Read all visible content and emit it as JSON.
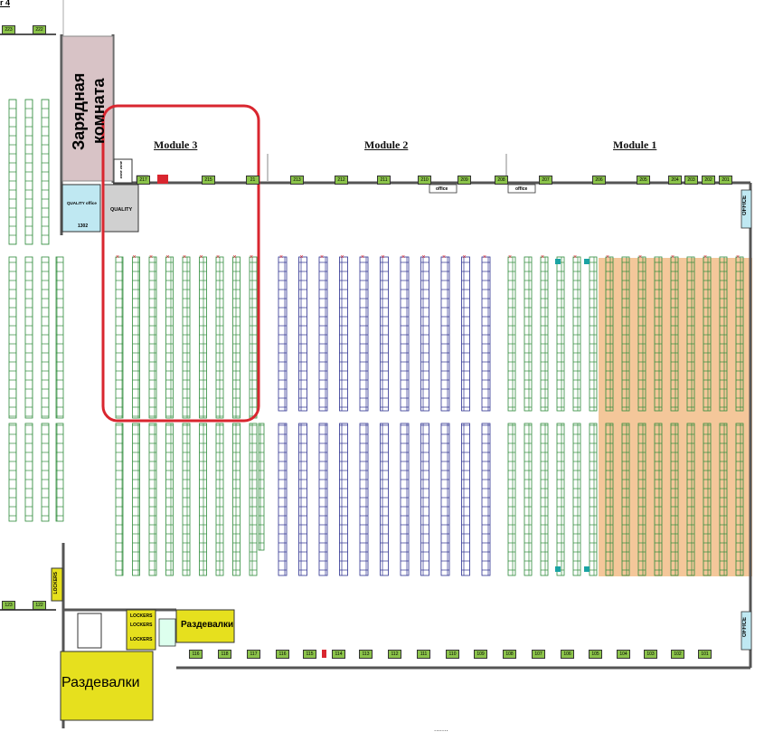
{
  "header_fragment": "r 4",
  "modules": [
    {
      "label": "Module 3"
    },
    {
      "label": "Module 2"
    },
    {
      "label": "Module 1"
    }
  ],
  "rooms": {
    "charging_room": "Зарядная комната",
    "quality_office": "QUALITY office",
    "quality": "QUALITY",
    "quality_code": "1302",
    "lockers_vertical": "LOCKERS",
    "lockers": [
      "LOCKERS",
      "LOCKERS",
      "LOCKERS"
    ],
    "changing_small": "Раздевалки",
    "changing_big": "Раздевалки",
    "office_top": "office",
    "office_top2": "office",
    "office_right_top": "OFFICE",
    "office_right_bottom": "OFFICE",
    "zone_label": "zone zone"
  },
  "top_doors": [
    "223",
    "222",
    "217",
    "215",
    "21",
    "213",
    "212",
    "211",
    "210",
    "209",
    "208",
    "207",
    "206",
    "205",
    "204",
    "203",
    "202",
    "201"
  ],
  "bottom_doors": [
    "123",
    "122",
    "116",
    "118",
    "117",
    "116",
    "115",
    "114",
    "113",
    "112",
    "111",
    "110",
    "109",
    "108",
    "107",
    "106",
    "105",
    "104",
    "103",
    "102",
    "101"
  ],
  "colors": {
    "rack_green": "#2e8b3a",
    "rack_blue": "#2b2f8f",
    "highlight_orange": "#f4c79a",
    "door_green": "#8bc34a",
    "wall": "#555555",
    "charging_fill": "#d8c3c6",
    "changing_fill": "#e6e01e",
    "quality_fill": "#bfe8f2",
    "selection_red": "#d9262f"
  }
}
